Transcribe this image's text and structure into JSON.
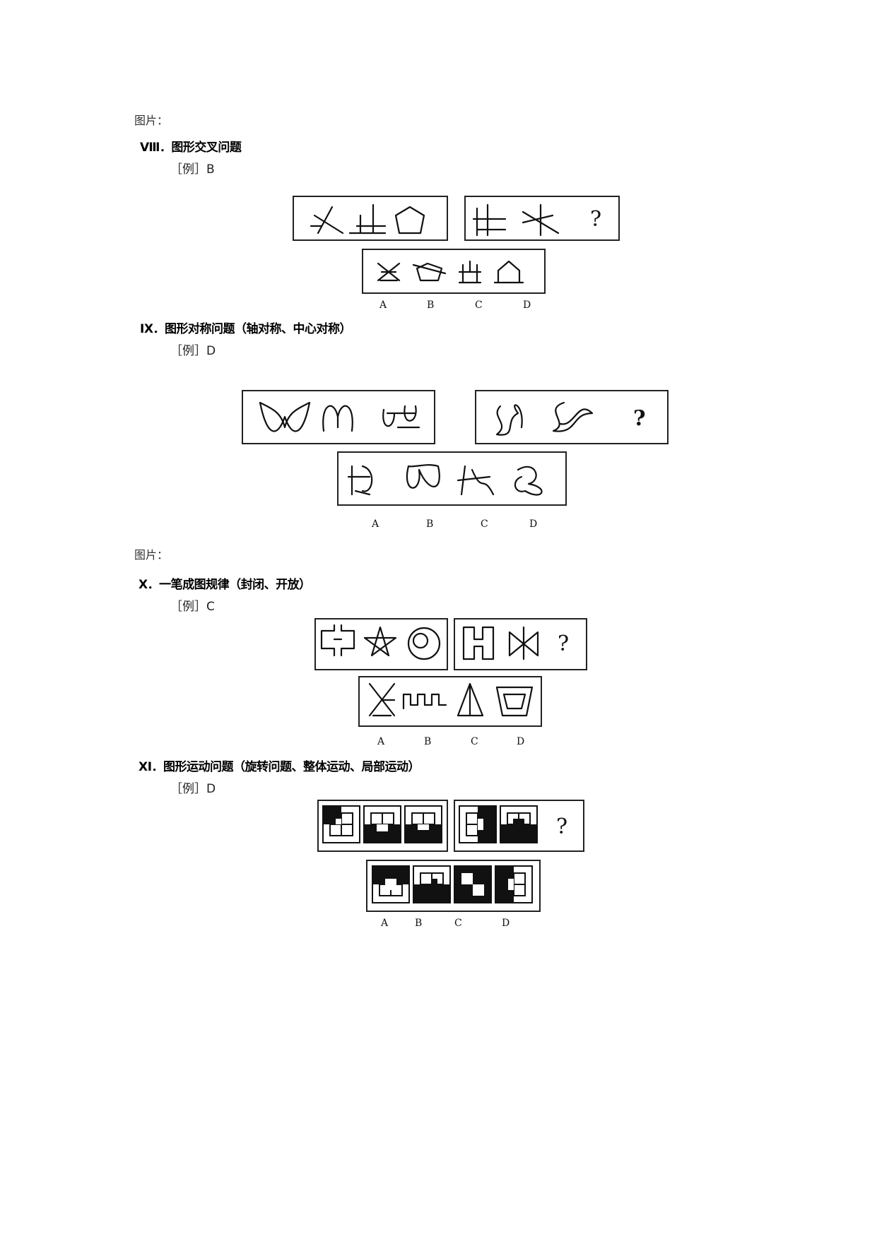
{
  "captions": [
    "图片：",
    "图片："
  ],
  "sections": [
    {
      "heading": "Ⅷ．图形交叉问题",
      "example": "［例］B",
      "options": [
        "A",
        "B",
        "C",
        "D"
      ]
    },
    {
      "heading": "Ⅸ．图形对称问题（轴对称、中心对称）",
      "example": "［例］D",
      "options": [
        "A",
        "B",
        "C",
        "D"
      ]
    },
    {
      "heading": "Ⅹ．一笔成图规律（封闭、开放）",
      "example": "［例］C",
      "options": [
        "A",
        "B",
        "C",
        "D"
      ]
    },
    {
      "heading": "Ⅺ．图形运动问题（旋转问题、整体运动、局部运动）",
      "example": "［例］D",
      "options": [
        "A",
        "B",
        "C",
        "D"
      ]
    }
  ],
  "question_mark": "?"
}
